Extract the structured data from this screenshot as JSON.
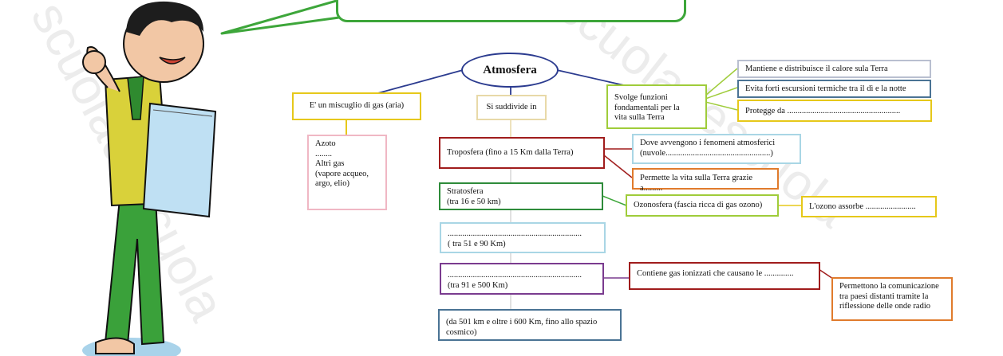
{
  "title": "Atmosfera",
  "watermark": "scuoladescuola",
  "left_branch": {
    "label": "E' un miscuglio di gas (aria)",
    "gases": "Azoto\n........\nAltri gas\n(vapore acqueo,\nargo, elio)"
  },
  "middle_branch": {
    "label": "Si suddivide in",
    "layers": [
      "Troposfera  (fino a 15 Km dalla Terra)",
      "Stratosfera\n(tra 16 e 50 km)",
      "................................................................\n( tra 51 e 90 Km)",
      "................................................................\n(tra 91 e 500 Km)",
      "(da 501 km e oltre i 600 Km, fino allo spazio\ncosmico)"
    ],
    "troposfera_notes": [
      "Dove avvengono i fenomeni atmosferici\n(nuvole..................................................)",
      "Permette la vita sulla Terra grazie a........."
    ],
    "ozonosfera": "Ozonosfera (fascia ricca di gas ozono)",
    "ozono": "L'ozono assorbe ........................",
    "ionosfera_note": "Contiene gas ionizzati che causano le ..............",
    "comunicazione": "Permettono la comunicazione\ntra paesi distanti tramite la\nriflessione delle onde radio"
  },
  "right_branch": {
    "label": "Svolge funzioni\nfondamentali per la\nvita sulla Terra",
    "functions": [
      "Mantiene e distribuisce il calore sula Terra",
      "Evita forti escursioni termiche tra il dì e la notte",
      "Protegge da ......................................................"
    ]
  }
}
